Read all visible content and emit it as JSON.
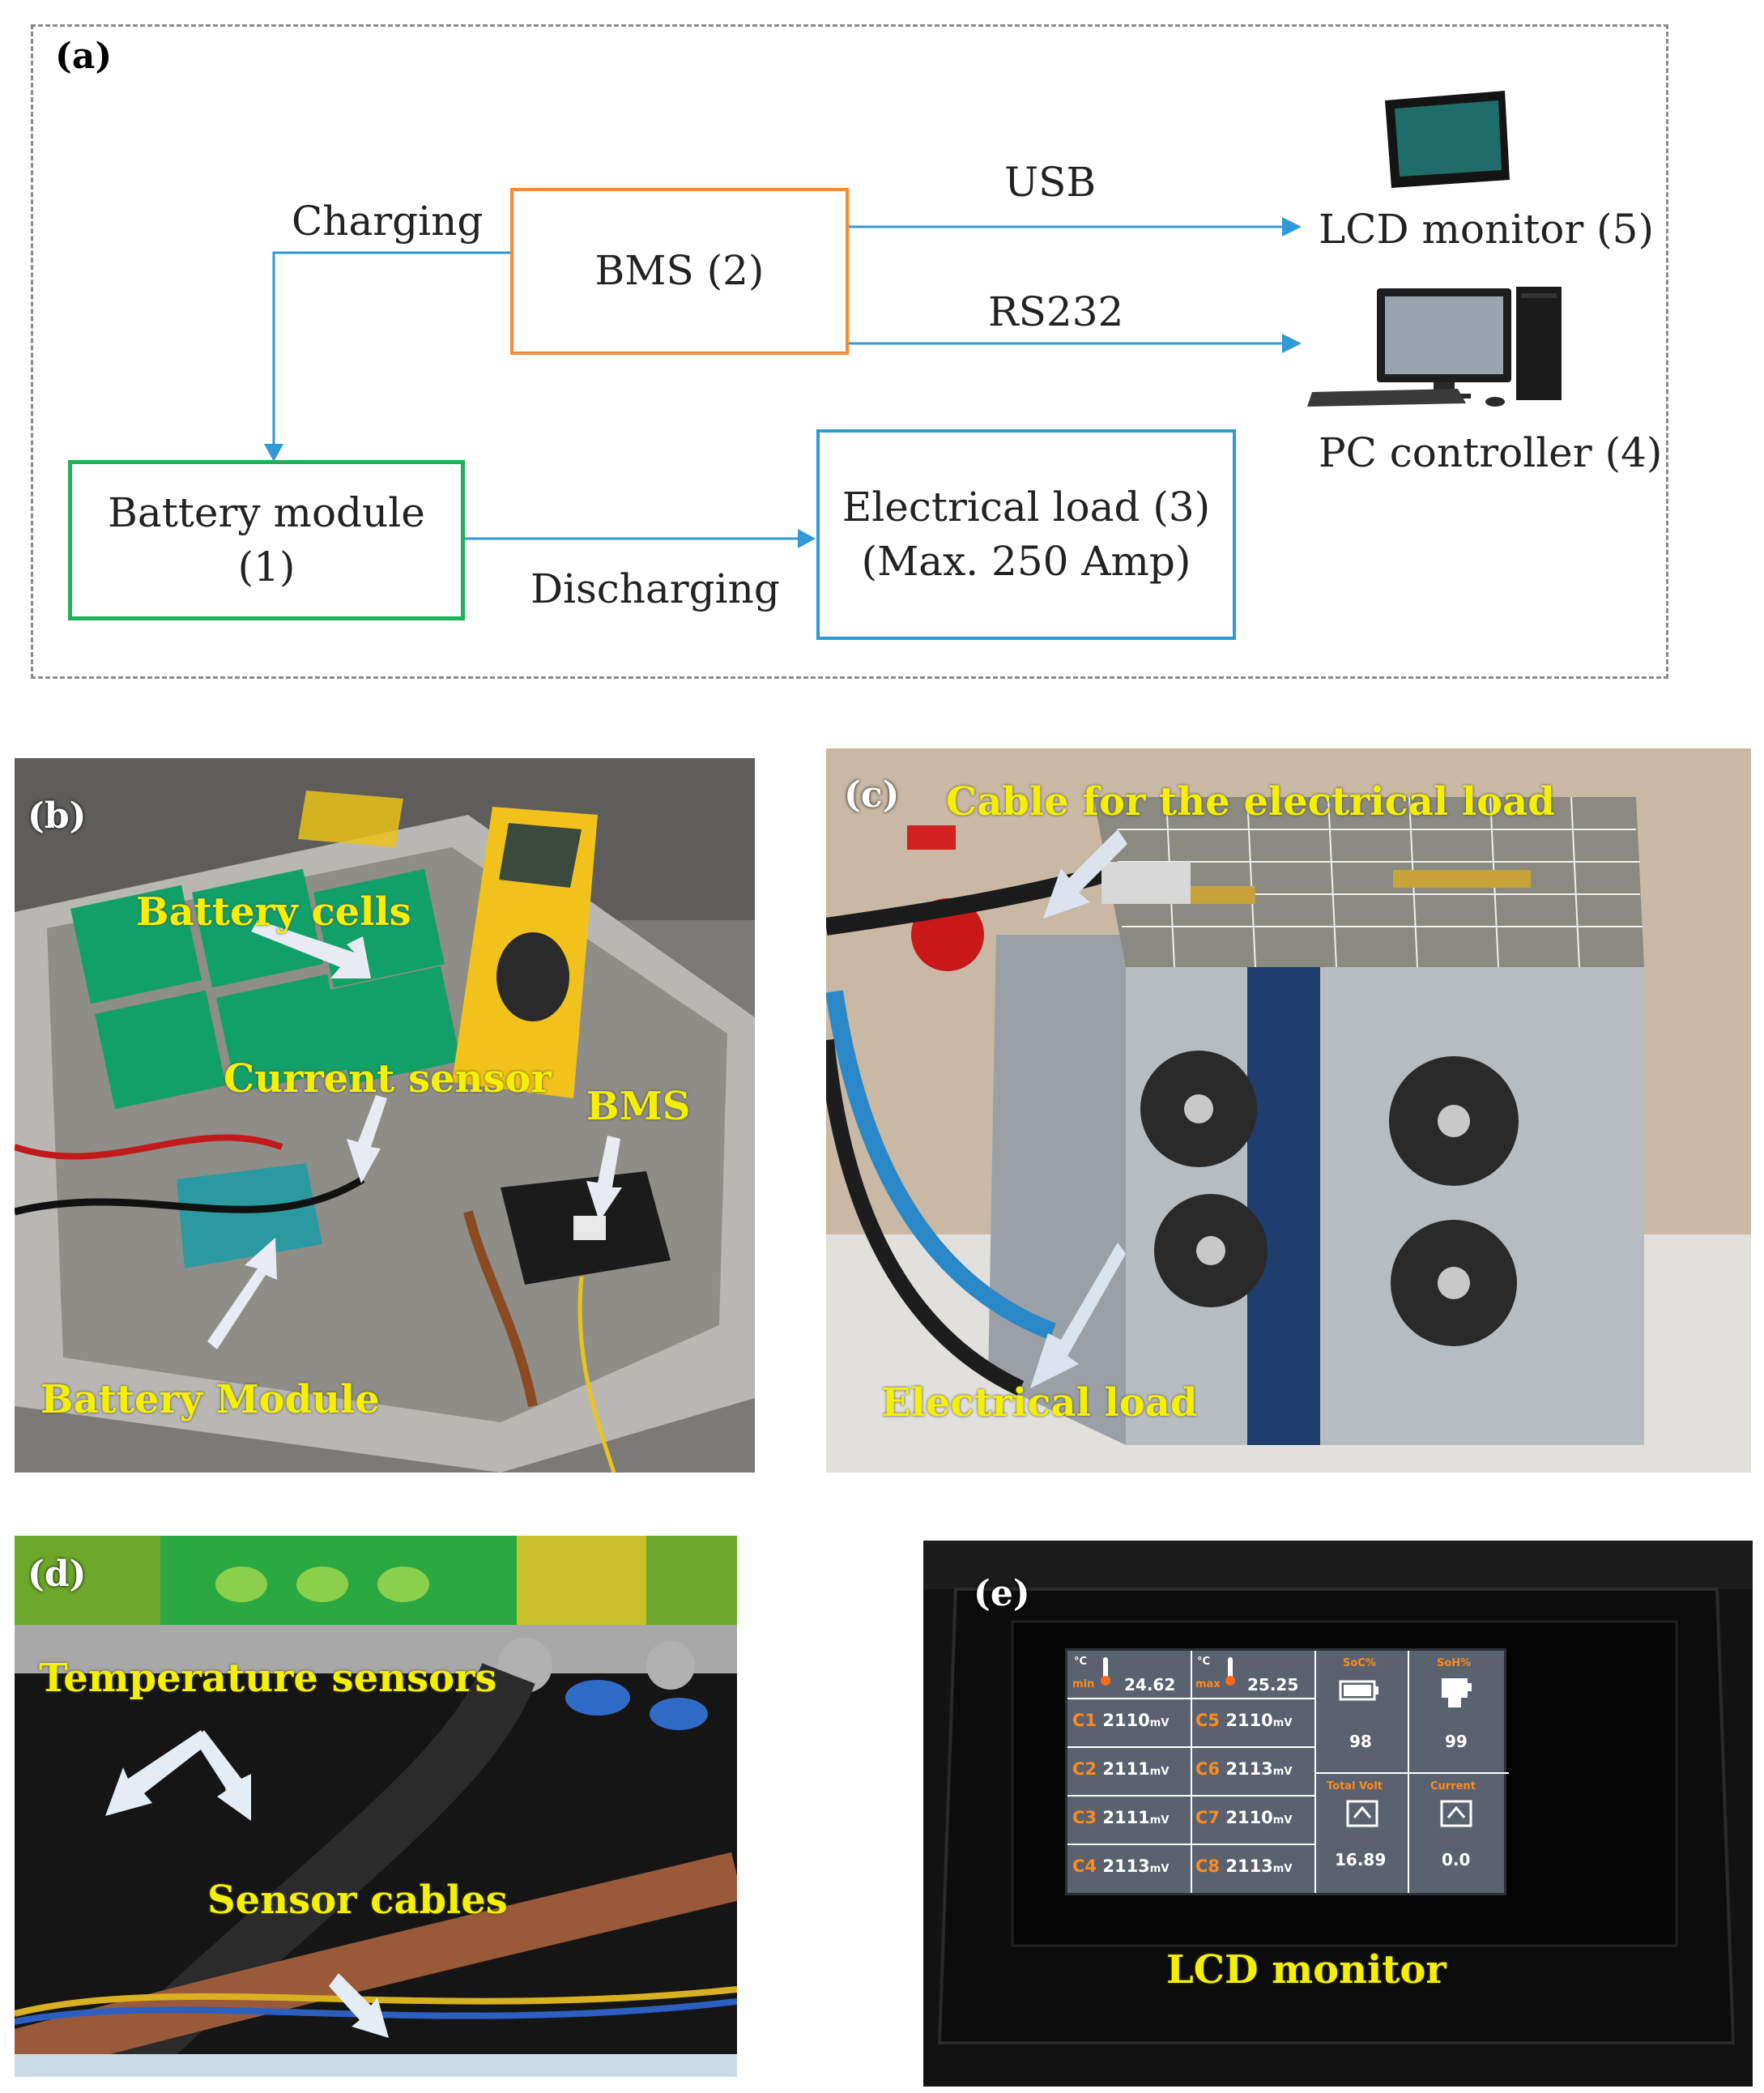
{
  "panel_a": {
    "label": "(a)",
    "battery_module": [
      "Battery module",
      "(1)"
    ],
    "bms": "BMS (2)",
    "electrical_load": [
      "Electrical load (3)",
      "(Max. 250 Amp)"
    ],
    "lcd_monitor": "LCD monitor (5)",
    "pc_controller": "PC controller (4)",
    "edge_charging": "Charging",
    "edge_discharging": "Discharging",
    "edge_usb": "USB",
    "edge_rs232": "RS232",
    "colors": {
      "bms_border": "#f08a3c",
      "battery_border": "#1fb25a",
      "load_border": "#2f9ad6",
      "arrow": "#2f9ad6"
    }
  },
  "panel_b": {
    "label": "(b)",
    "battery_cells": "Battery cells",
    "current_sensor": "Current sensor",
    "bms": "BMS",
    "battery_module": "Battery Module"
  },
  "panel_c": {
    "label": "(c)",
    "cable": "Cable for the electrical load",
    "electrical_load": "Electrical load"
  },
  "panel_d": {
    "label": "(d)",
    "temperature_sensors": "Temperature sensors",
    "sensor_cables": "Sensor cables"
  },
  "panel_e": {
    "label": "(e)",
    "caption": "LCD monitor",
    "screen": {
      "min_label": "min",
      "min_temp": "24.62",
      "max_label": "max",
      "max_temp": "25.25",
      "deg_unit": "°C",
      "soc_label": "SoC%",
      "soc_value": "98",
      "soh_label": "SoH%",
      "soh_value": "99",
      "total_volt_label": "Total Volt",
      "total_volt_value": "16.89",
      "current_label": "Current",
      "current_value": "0.0",
      "cells": [
        {
          "id": "C1",
          "value": "2110",
          "unit": "mV"
        },
        {
          "id": "C2",
          "value": "2111",
          "unit": "mV"
        },
        {
          "id": "C3",
          "value": "2111",
          "unit": "mV"
        },
        {
          "id": "C4",
          "value": "2113",
          "unit": "mV"
        },
        {
          "id": "C5",
          "value": "2110",
          "unit": "mV"
        },
        {
          "id": "C6",
          "value": "2113",
          "unit": "mV"
        },
        {
          "id": "C7",
          "value": "2110",
          "unit": "mV"
        },
        {
          "id": "C8",
          "value": "2113",
          "unit": "mV"
        }
      ]
    }
  }
}
